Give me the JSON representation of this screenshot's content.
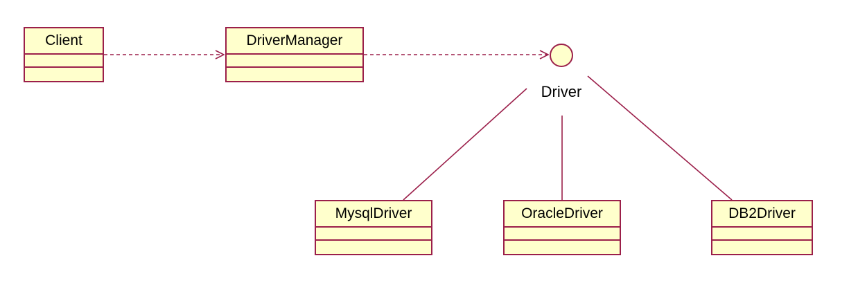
{
  "diagram": {
    "classes": {
      "client": "Client",
      "driver_manager": "DriverManager",
      "mysql_driver": "MysqlDriver",
      "oracle_driver": "OracleDriver",
      "db2_driver": "DB2Driver"
    },
    "interface": {
      "name": "Driver"
    },
    "relations": [
      {
        "from": "Client",
        "to": "DriverManager",
        "kind": "dependency"
      },
      {
        "from": "DriverManager",
        "to": "Driver",
        "kind": "dependency"
      },
      {
        "from": "MysqlDriver",
        "to": "Driver",
        "kind": "realization"
      },
      {
        "from": "OracleDriver",
        "to": "Driver",
        "kind": "realization"
      },
      {
        "from": "DB2Driver",
        "to": "Driver",
        "kind": "realization"
      }
    ],
    "colors": {
      "stroke": "#9b1f4a",
      "fill": "#ffffcc",
      "text": "#000000"
    }
  }
}
